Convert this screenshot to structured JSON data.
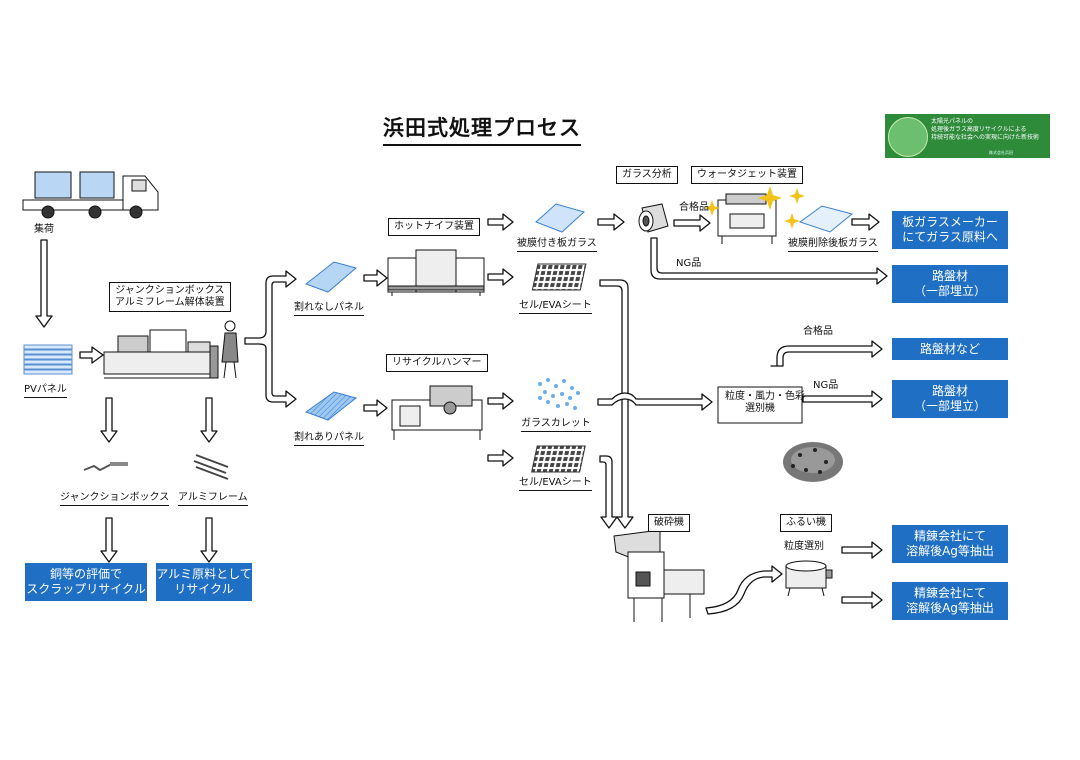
{
  "title": "浜田式処理プロセス",
  "award": {
    "line1": "太陽光パネルの",
    "line2": "処理後ガラス高度リサイクルによる",
    "line3": "持続可能な社会への実現に向けた新技術",
    "company": "株式会社浜田"
  },
  "labels": {
    "collection": "集荷",
    "pv_panel": "PVパネル",
    "jb_al_unit": [
      "ジャンクションボックス",
      "アルミフレーム解体装置"
    ],
    "junction_box": "ジャンクションボックス",
    "aluminum_frame": "アルミフレーム",
    "unbroken_panel": "割れなしパネル",
    "broken_panel": "割れありパネル",
    "hot_knife": "ホットナイフ装置",
    "recycle_hammer": "リサイクルハンマー",
    "coated_glass": "被膜付き板ガラス",
    "cell_eva_1": "セル/EVAシート",
    "glass_cullet": "ガラスカレット",
    "cell_eva_2": "セル/EVAシート",
    "glass_analysis": "ガラス分析",
    "waterjet": "ウォータジェット装置",
    "pass_1": "合格品",
    "film_removed_glass": "被膜削除後板ガラス",
    "ng_1": "NG品",
    "pass_2": "合格品",
    "ng_2": "NG品",
    "sorter": [
      "粒度・風力・色彩",
      "選別機"
    ],
    "crusher": "破砕機",
    "sieve": "ふるい機",
    "size_sort": "粒度選別"
  },
  "outcomes": {
    "copper": [
      "銅等の評価で",
      "スクラップリサイクル"
    ],
    "aluminum": [
      "アルミ原料として",
      "リサイクル"
    ],
    "glass_maker": [
      "板ガラスメーカー",
      "にてガラス原料へ"
    ],
    "roadbed_1": [
      "路盤材",
      "（一部埋立）"
    ],
    "roadbed_etc": [
      "路盤材など"
    ],
    "roadbed_2": [
      "路盤材",
      "（一部埋立）"
    ],
    "smelter_1": [
      "精錬会社にて",
      "溶解後Ag等抽出"
    ],
    "smelter_2": [
      "精錬会社にて",
      "溶解後Ag等抽出"
    ]
  },
  "colors": {
    "outcome_blue": "#1f6fc4",
    "award_green": "#2e8b3a",
    "panel_blue": "#4d9be6",
    "star_yellow": "#f2c318"
  }
}
